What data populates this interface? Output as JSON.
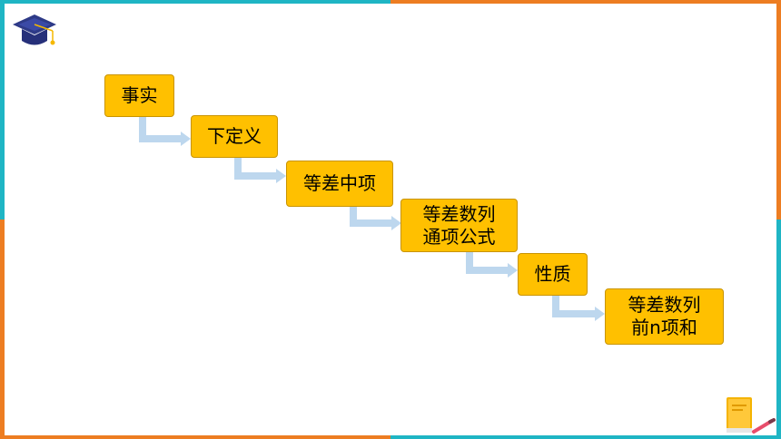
{
  "flow": {
    "steps": [
      {
        "lines": [
          "事实"
        ]
      },
      {
        "lines": [
          "下定义"
        ]
      },
      {
        "lines": [
          "等差中项"
        ]
      },
      {
        "lines": [
          "等差数列",
          "通项公式"
        ]
      },
      {
        "lines": [
          "性质"
        ]
      },
      {
        "lines": [
          "等差数列",
          "前n项和"
        ]
      }
    ]
  },
  "colors": {
    "box_fill": "#ffc000",
    "arrow": "#bdd7ee",
    "frame_teal": "#1fb5c4",
    "frame_orange": "#ed7d22"
  },
  "icons": {
    "top_left": "graduation-cap-icon",
    "bottom_right": "book-icon"
  }
}
